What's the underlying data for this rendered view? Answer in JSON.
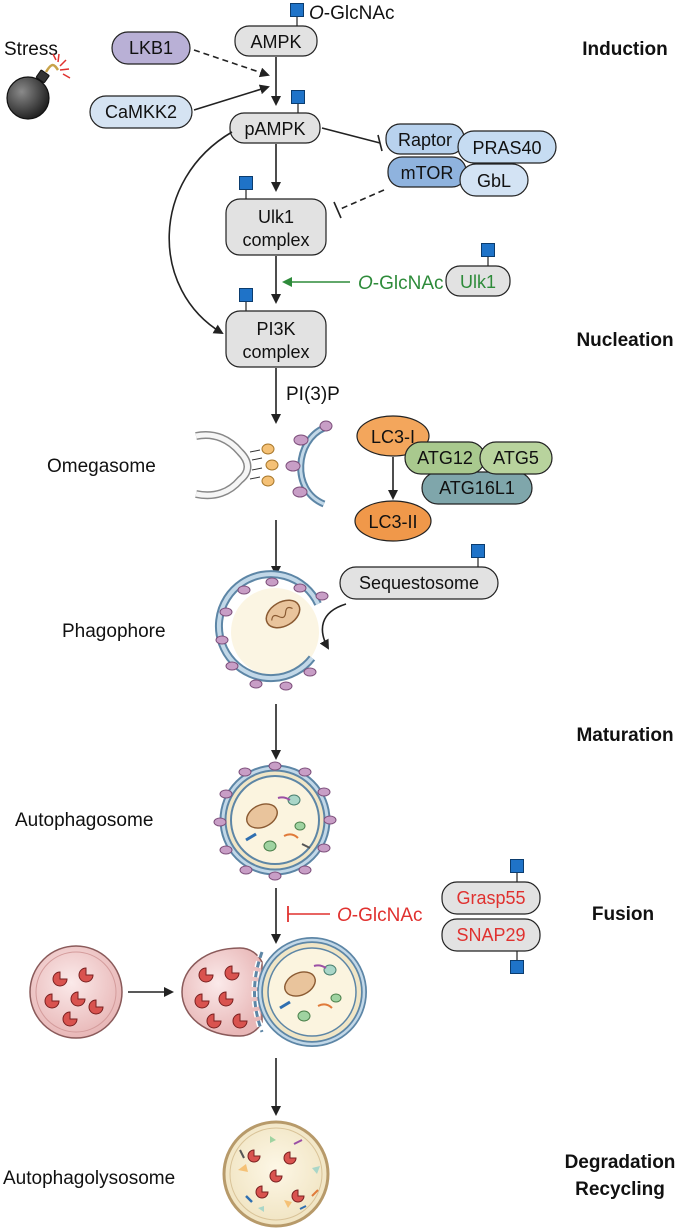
{
  "stages": {
    "induction": "Induction",
    "nucleation": "Nucleation",
    "maturation": "Maturation",
    "fusion": "Fusion",
    "degradation": "Degradation",
    "recycling": "Recycling"
  },
  "labels": {
    "stress": "Stress",
    "omegasome": "Omegasome",
    "phagophore": "Phagophore",
    "autophagosome": "Autophagosome",
    "autophagolysosome": "Autophagolysosome",
    "pi3p": "PI(3)P"
  },
  "proteins": {
    "lkb1": "LKB1",
    "camkk2": "CaMKK2",
    "ampk": "AMPK",
    "pampk": "pAMPK",
    "raptor": "Raptor",
    "pras40": "PRAS40",
    "mtor": "mTOR",
    "gbl": "GbL",
    "ulk1_complex_1": "Ulk1",
    "ulk1_complex_2": "complex",
    "ulk1": "Ulk1",
    "pi3k_complex_1": "PI3K",
    "pi3k_complex_2": "complex",
    "lc3_i": "LC3-I",
    "lc3_ii": "LC3-II",
    "atg12": "ATG12",
    "atg5": "ATG5",
    "atg16l1": "ATG16L1",
    "sequestosome": "Sequestosome",
    "grasp55": "Grasp55",
    "snap29": "SNAP29"
  },
  "glcnac": {
    "prefix": "O",
    "suffix": "-GlcNAc"
  },
  "colors": {
    "lkb1": "#b9b0d6",
    "camkk2": "#d5e3f2",
    "neutral": "#e2e2e2",
    "mtor": "#a9c4e6",
    "lc3": "#f3a65c",
    "atg_green": "#a9c98e",
    "atg_teal": "#7fa6ab",
    "glcnac_square": "#1f73c8",
    "green_text": "#2e8b3a",
    "red_text": "#e0312f",
    "lipid_pink": "#c89ec6",
    "lysosome": "#f2c9c9"
  }
}
